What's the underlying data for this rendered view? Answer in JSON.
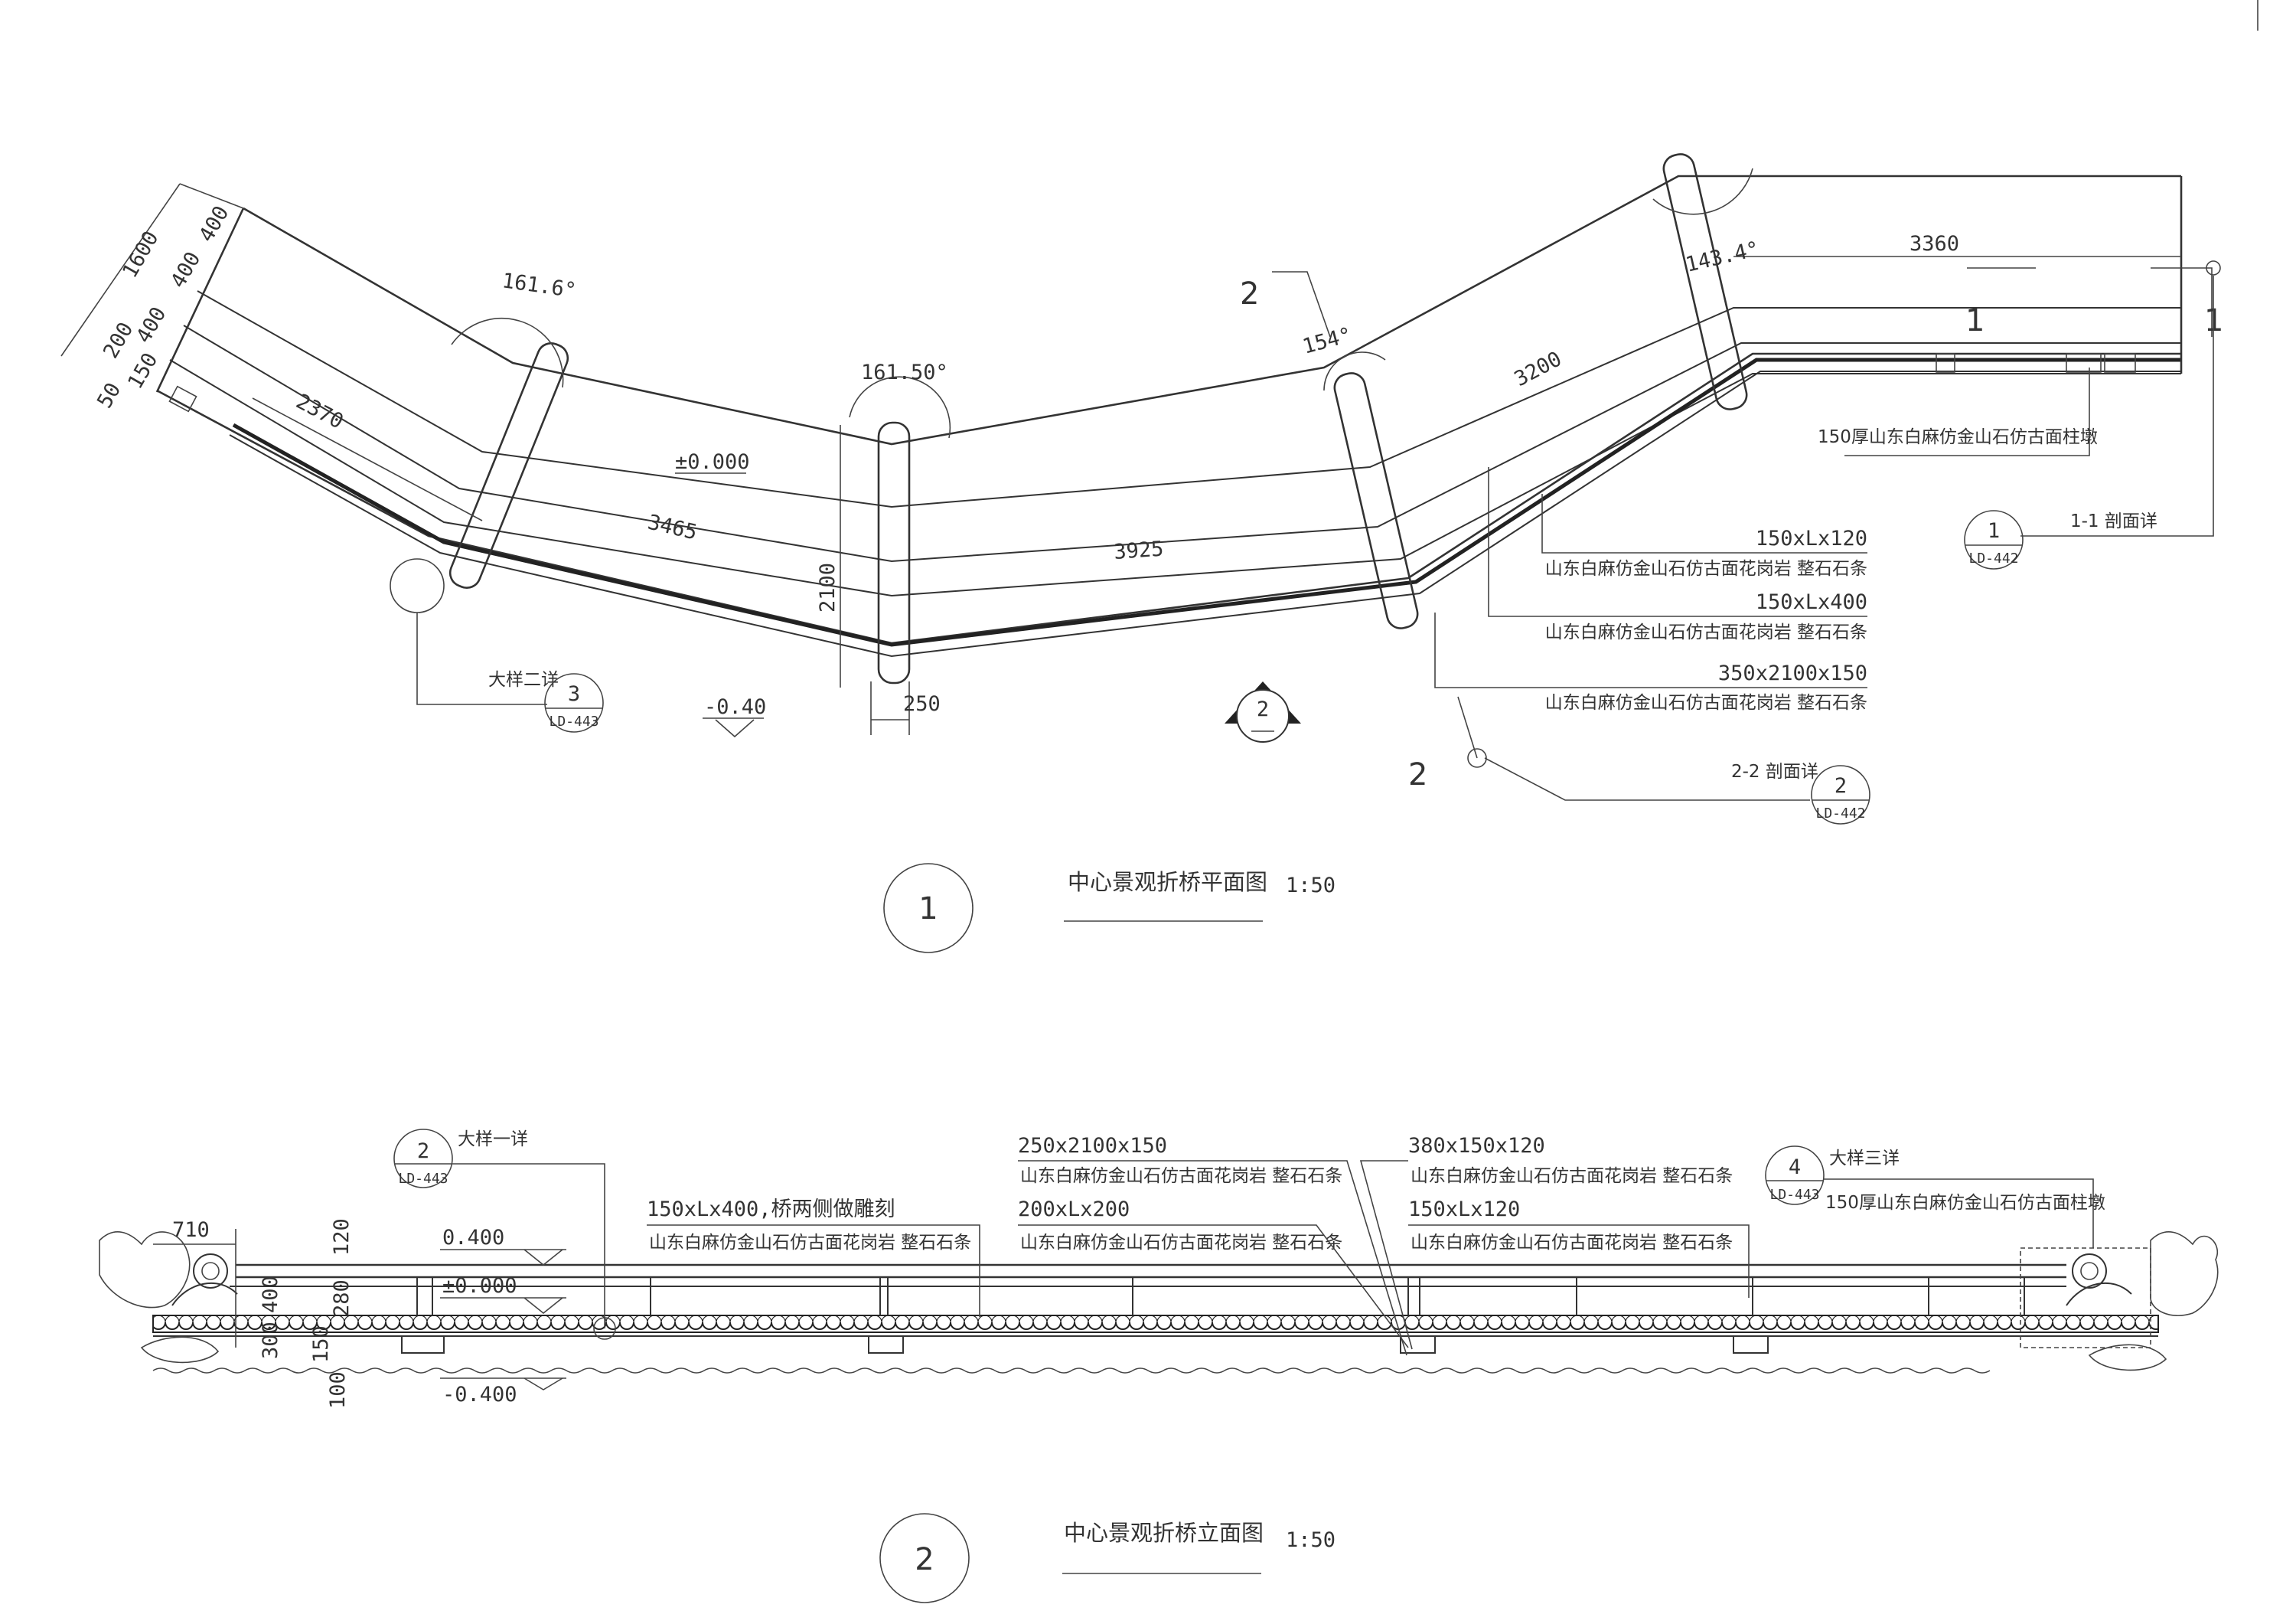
{
  "plan": {
    "title": "中心景观折桥平面图",
    "scale": "1:50",
    "number": "1",
    "dims": {
      "d1600": "1600",
      "d200": "200",
      "d50": "50",
      "d150": "150",
      "d400a": "400",
      "d400b": "400",
      "d400c": "400",
      "d2370": "2370",
      "d3465": "3465",
      "d3925": "3925",
      "d3200": "3200",
      "d3360": "3360",
      "d2100": "2100",
      "d250": "250"
    },
    "angles": {
      "a1": "161.6°",
      "a2": "161.50°",
      "a3": "154°",
      "a4": "143.4°"
    },
    "levels": {
      "zero": "±0.000",
      "low": "-0.40"
    },
    "notes": [
      {
        "spec": "150xLx120",
        "mat": "山东白麻仿金山石仿古面花岗岩  整石石条"
      },
      {
        "spec": "150xLx400",
        "mat": "山东白麻仿金山石仿古面花岗岩  整石石条"
      },
      {
        "spec": "350x2100x150",
        "mat": "山东白麻仿金山石仿古面花岗岩  整石石条"
      }
    ],
    "pier_note": "150厚山东白麻仿金山石仿古面柱墩",
    "callouts": {
      "detail2": {
        "label": "大样二详",
        "num": "3",
        "sheet": "LD-443"
      },
      "sec11": {
        "label": "1-1 剖面详",
        "num": "1",
        "sheet": "LD-442"
      },
      "sec22": {
        "label": "2-2 剖面详",
        "num": "2",
        "sheet": "LD-442"
      },
      "elev_marker": "2"
    },
    "section_marks": {
      "s1a": "1",
      "s1b": "1",
      "s2a": "2",
      "s2b": "2"
    }
  },
  "elevation": {
    "title": "中心景观折桥立面图",
    "scale": "1:50",
    "number": "2",
    "levels": {
      "top": "0.400",
      "zero": "±0.000",
      "low": "-0.400"
    },
    "dims": {
      "d710": "710",
      "d120": "120",
      "d400": "400",
      "d280": "280",
      "d300": "300",
      "d150": "150",
      "d100": "100"
    },
    "callouts": {
      "detail1": {
        "label": "大样一详",
        "num": "2",
        "sheet": "LD-443"
      },
      "detail3": {
        "label": "大样三详",
        "num": "4",
        "sheet": "LD-443"
      }
    },
    "notes": [
      {
        "spec": "150xLx400,桥两侧做雕刻",
        "mat": "山东白麻仿金山石仿古面花岗岩  整石石条"
      },
      {
        "spec": "250x2100x150",
        "mat": "山东白麻仿金山石仿古面花岗岩  整石石条"
      },
      {
        "spec": "200xLx200",
        "mat": "山东白麻仿金山石仿古面花岗岩  整石石条"
      },
      {
        "spec": "380x150x120",
        "mat": "山东白麻仿金山石仿古面花岗岩  整石石条"
      },
      {
        "spec": "150xLx120",
        "mat": "山东白麻仿金山石仿古面花岗岩  整石石条"
      }
    ],
    "pier_note": "150厚山东白麻仿金山石仿古面柱墩"
  }
}
